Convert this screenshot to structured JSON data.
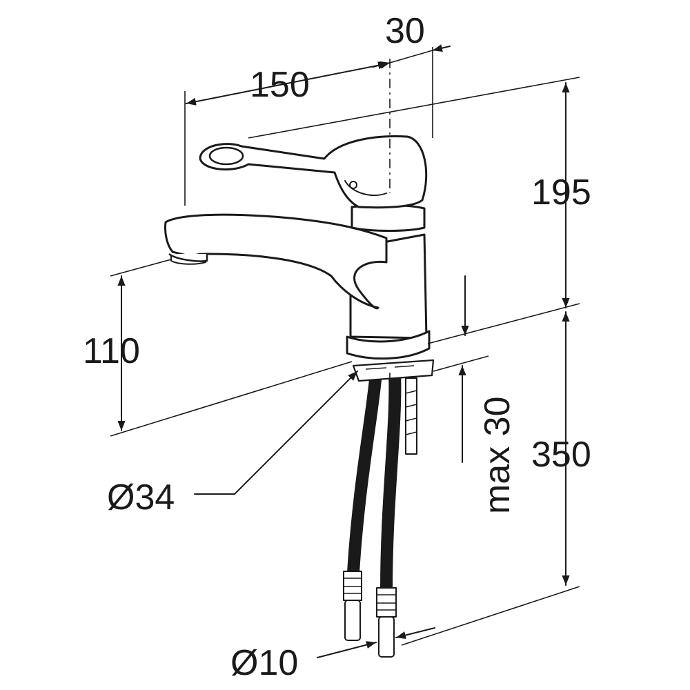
{
  "drawing": {
    "dimensions": {
      "spout_reach": "150",
      "handle_offset": "30",
      "total_height": "195",
      "spout_height": "110",
      "hose_length": "350",
      "counter_thickness": "max 30",
      "base_diameter": "Ø34",
      "hose_diameter": "Ø10"
    },
    "colors": {
      "line": "#1a1a1a",
      "background": "#ffffff"
    }
  }
}
